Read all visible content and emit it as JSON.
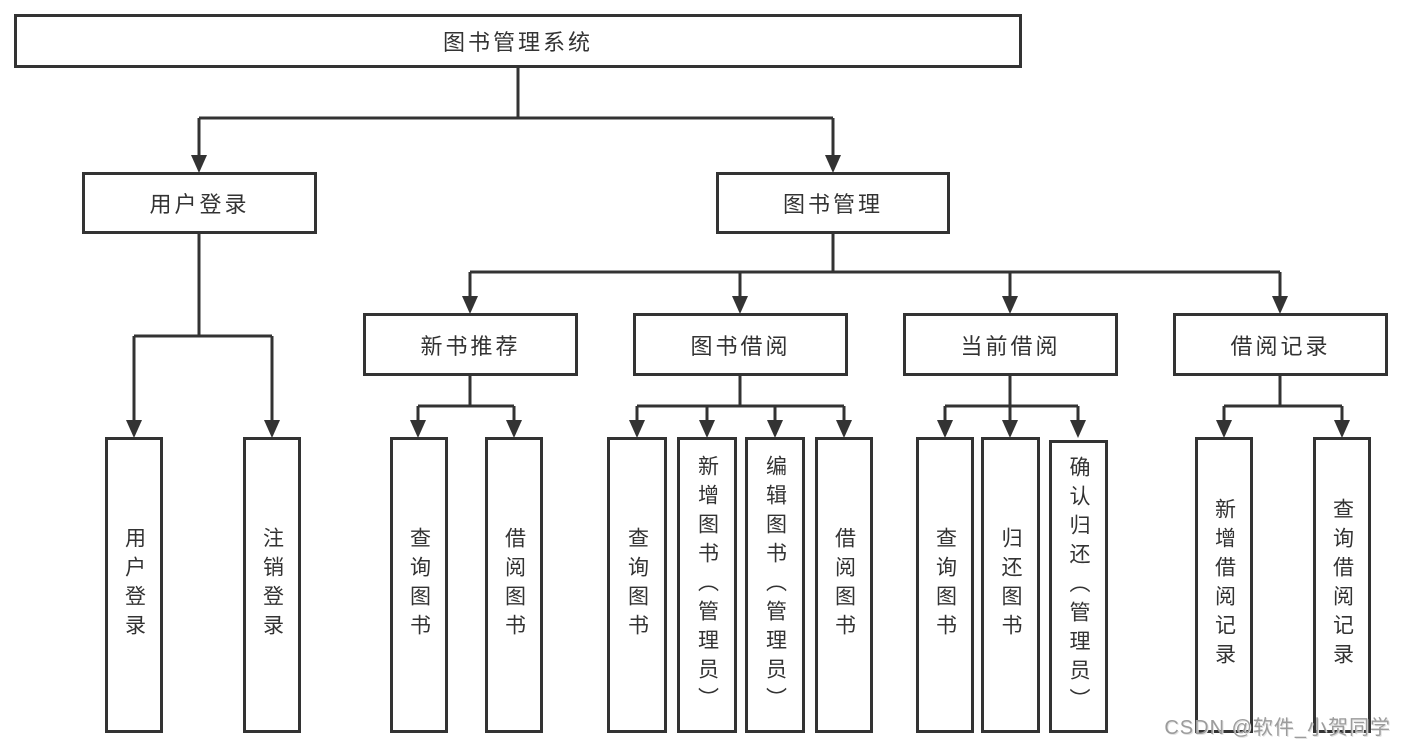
{
  "tree": {
    "root": {
      "label": "图书管理系统"
    },
    "level2": [
      {
        "label": "用户登录"
      },
      {
        "label": "图书管理"
      }
    ],
    "level3": [
      {
        "label": "新书推荐"
      },
      {
        "label": "图书借阅"
      },
      {
        "label": "当前借阅"
      },
      {
        "label": "借阅记录"
      }
    ],
    "leaves": {
      "login": [
        {
          "label": "用户登录"
        },
        {
          "label": "注销登录"
        }
      ],
      "recommend": [
        {
          "label": "查询图书"
        },
        {
          "label": "借阅图书"
        }
      ],
      "borrow": [
        {
          "label": "查询图书"
        },
        {
          "label": "新增图书（管理员）"
        },
        {
          "label": "编辑图书（管理员）"
        },
        {
          "label": "借阅图书"
        }
      ],
      "current": [
        {
          "label": "查询图书"
        },
        {
          "label": "归还图书"
        },
        {
          "label": "确认归还（管理员）"
        }
      ],
      "records": [
        {
          "label": "新增借阅记录"
        },
        {
          "label": "查询借阅记录"
        }
      ]
    }
  },
  "watermark": {
    "text": "CSDN @软件_小贺同学"
  },
  "colors": {
    "line": "#333333",
    "text": "#333333",
    "watermark": "#9c9c9c",
    "background": "#ffffff"
  }
}
